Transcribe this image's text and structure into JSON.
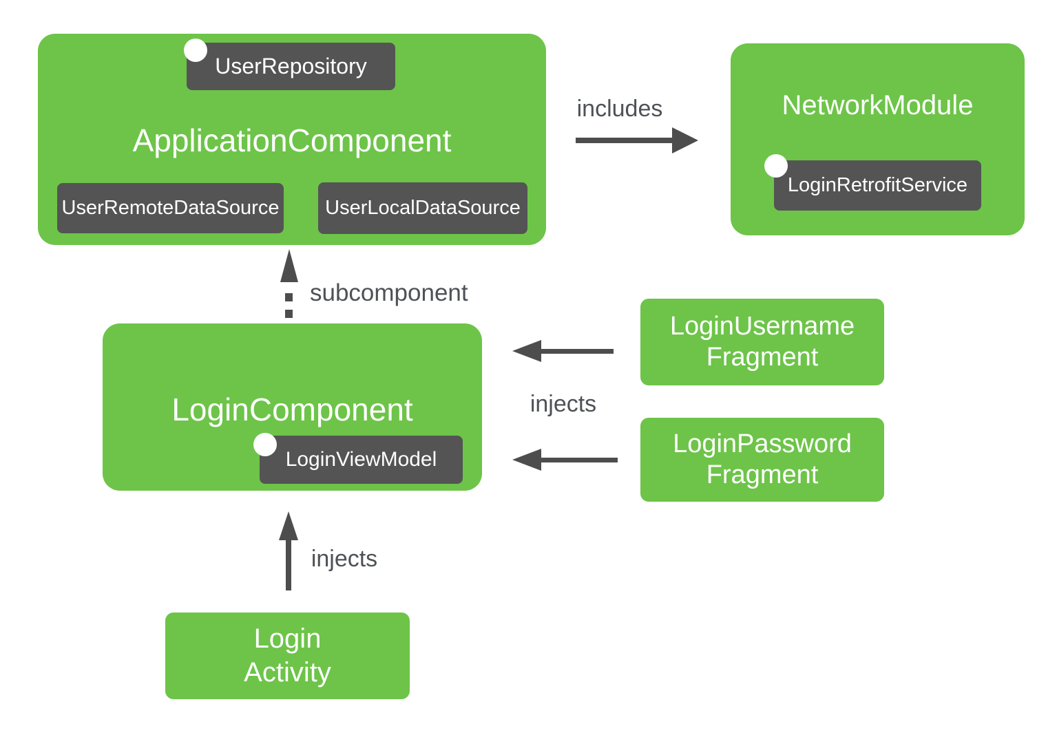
{
  "colors": {
    "node_green": "#6DC449",
    "chip_gray": "#545454",
    "arrow_gray": "#4D4D4D",
    "label_gray": "#4E5256",
    "text_white": "#FFFFFF",
    "background": "#FFFFFF"
  },
  "nodes": {
    "application_component": {
      "title": "ApplicationComponent",
      "chip_user_repository": "UserRepository",
      "chip_user_remote_data_source": "UserRemoteDataSource",
      "chip_user_local_data_source": "UserLocalDataSource"
    },
    "network_module": {
      "title": "NetworkModule",
      "chip_login_retrofit_service": "LoginRetrofitService"
    },
    "login_component": {
      "title": "LoginComponent",
      "chip_login_view_model": "LoginViewModel"
    },
    "login_username_fragment": {
      "line1": "LoginUsername",
      "line2": "Fragment"
    },
    "login_password_fragment": {
      "line1": "LoginPassword",
      "line2": "Fragment"
    },
    "login_activity": {
      "line1": "Login",
      "line2": "Activity"
    }
  },
  "edges": {
    "includes_label": "includes",
    "subcomponent_label": "subcomponent",
    "injects_fragments_label": "injects",
    "injects_activity_label": "injects"
  }
}
